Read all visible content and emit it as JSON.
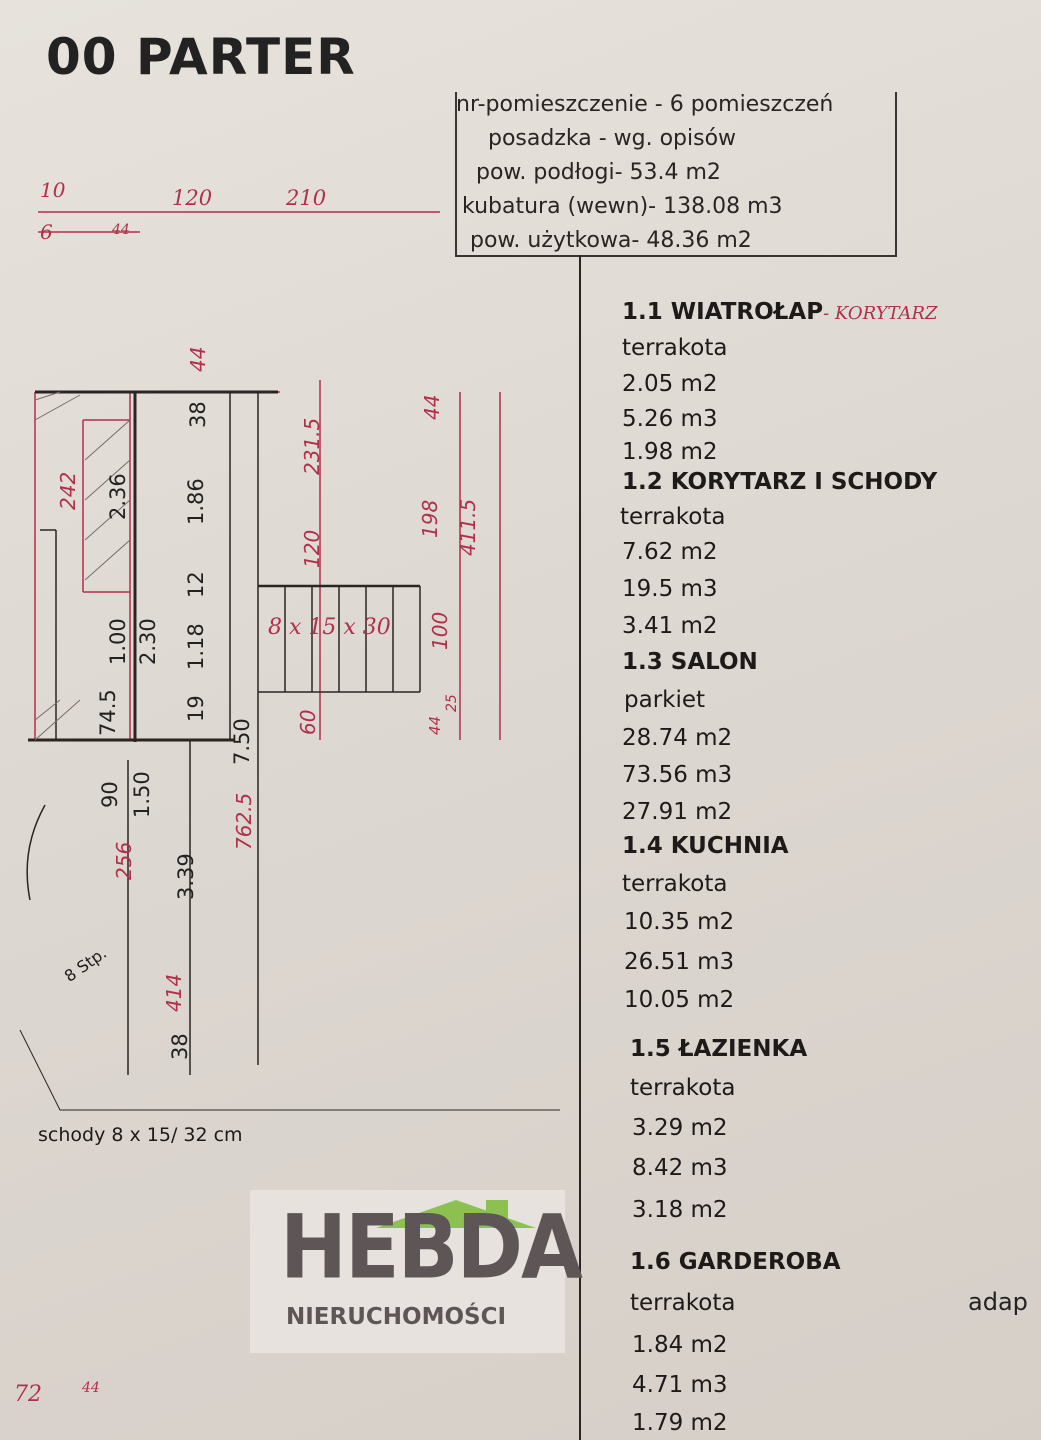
{
  "title": "00 PARTER",
  "summary": {
    "rooms": "nr-pomieszczenie  - 6 pomieszczeń",
    "floor": "posadzka -    wg. opisów",
    "floor_area": "pow. podłogi-  53.4 m2",
    "volume": "kubatura (wewn)- 138.08 m3",
    "usable_area": "pow. użytkowa- 48.36 m2"
  },
  "rooms": [
    {
      "name": "1.1 WIATROŁAP",
      "note": "- KORYTARZ",
      "floor": "terrakota",
      "area": "2.05 m2",
      "volume": "5.26 m3",
      "usable": "1.98 m2"
    },
    {
      "name": "1.2 KORYTARZ I  SCHODY",
      "floor": "terrakota",
      "area": "7.62 m2",
      "volume": "19.5 m3",
      "usable": "3.41 m2"
    },
    {
      "name": "1.3 SALON",
      "floor": "parkiet",
      "area": "28.74 m2",
      "volume": "73.56 m3",
      "usable": "27.91 m2"
    },
    {
      "name": "1.4 KUCHNIA",
      "floor": "terrakota",
      "area": "10.35 m2",
      "volume": "26.51 m3",
      "usable": "10.05 m2"
    },
    {
      "name": "1.5 ŁAZIENKA",
      "floor": "terrakota",
      "area": "3.29 m2",
      "volume": "8.42 m3",
      "usable": "3.18 m2"
    },
    {
      "name": "1.6 GARDEROBA",
      "floor": "terrakota",
      "area": "1.84 m2",
      "volume": "4.71 m3",
      "usable": "1.79 m2"
    }
  ],
  "plan": {
    "dims": [
      "2.36",
      "1.86",
      "12",
      "1.18",
      "19",
      "1.00",
      "2.30",
      "74.5",
      "7.50",
      "90",
      "1.50",
      "3.39",
      "38",
      "38"
    ],
    "stairs_label": "8 Stp.",
    "stairs_note": "schody  8 x 15/ 32 cm"
  },
  "handwritten": [
    "10",
    "6",
    "44",
    "120",
    "210",
    "242",
    "44",
    "231.5",
    "120",
    "44",
    "198",
    "411.5",
    "8 x 15 x 30",
    "100",
    "60",
    "44",
    "25",
    "256",
    "414",
    "762.5",
    "72",
    "44"
  ],
  "watermark": {
    "brand": "HEBDA",
    "sub": "NIERUCHOMOŚCI",
    "roof_color": "#8cc152",
    "text_color": "#5e5656"
  },
  "edge_text": "adap"
}
